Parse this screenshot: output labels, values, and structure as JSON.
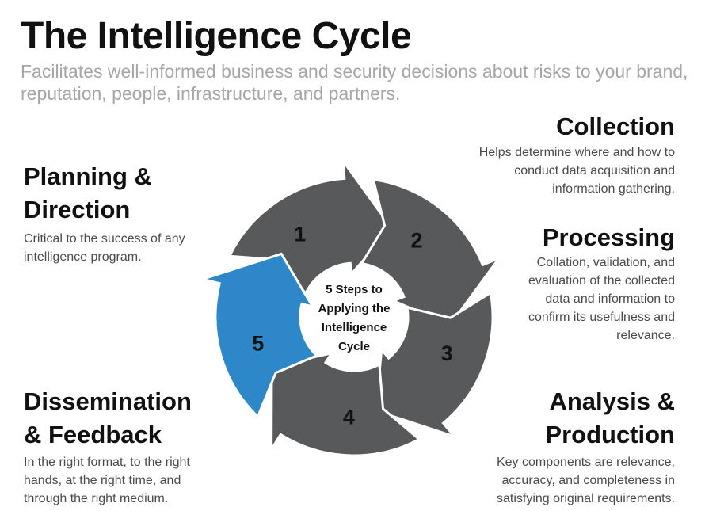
{
  "header": {
    "title": "The Intelligence Cycle",
    "subtitle": "Facilitates well-informed business and security decisions about risks to your brand, reputation, people, infrastructure, and partners."
  },
  "steps": [
    {
      "number": "1",
      "heading_lines": [
        "Planning &",
        "Direction"
      ],
      "description": "Critical to the success of any intelligence program.",
      "color": "#58595b"
    },
    {
      "number": "2",
      "heading_lines": [
        "Collection"
      ],
      "description": "Helps determine where and how to conduct data acquisition and information gathering.",
      "color": "#58595b"
    },
    {
      "number": "3",
      "heading_lines": [
        "Processing"
      ],
      "description": "Collation, validation, and evaluation of the collected data and information to confirm its usefulness and relevance.",
      "color": "#58595b"
    },
    {
      "number": "4",
      "heading_lines": [
        "Analysis &",
        "Production"
      ],
      "description": "Key components are relevance, accuracy, and completeness in satisfying original requirements.",
      "color": "#58595b"
    },
    {
      "number": "5",
      "heading_lines": [
        "Dissemination",
        "& Feedback"
      ],
      "description": "In the right format, to the right hands, at the right time, and through the right medium.",
      "color": "#2e87c8"
    }
  ],
  "center": {
    "lines": [
      "5 Steps to",
      "Applying the",
      "Intelligence",
      "Cycle"
    ]
  }
}
